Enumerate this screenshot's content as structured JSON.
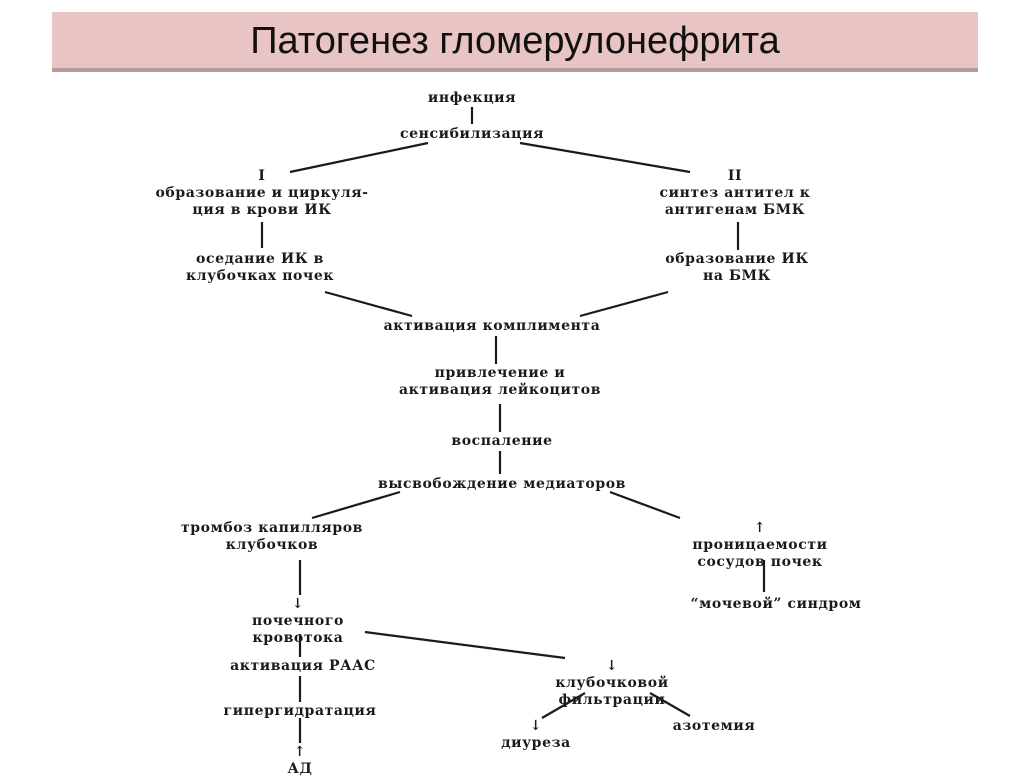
{
  "title": "Патогенез гломерулонефрита",
  "nodes": {
    "infection": "инфекция",
    "sensitization": "сенсибилизация",
    "branch_1": "I",
    "ic_formation_l1": "образование и циркуля-",
    "ic_formation_l2": "ция в крови ИК",
    "branch_2": "II",
    "antibody_synthesis_l1": "синтез антител к",
    "antibody_synthesis_l2": "антигенам БМК",
    "ic_deposition_l1": "оседание ИК в",
    "ic_deposition_l2": "клубочках почек",
    "ic_on_gbm_l1": "образование ИК",
    "ic_on_gbm_l2": "на БМК",
    "complement": "активация комплимента",
    "leukocytes_l1": "привлечение и",
    "leukocytes_l2": "активация лейкоцитов",
    "inflammation": "воспаление",
    "mediators": "высвобождение медиаторов",
    "thrombosis_l1": "тромбоз капилляров",
    "thrombosis_l2": "клубочков",
    "permeability_arrow": "↑",
    "permeability_l1": "проницаемости",
    "permeability_l2": "сосудов почек",
    "renal_flow_arrow": "↓",
    "renal_flow_l1": "почечного",
    "renal_flow_l2": "кровотока",
    "urinary_syndrome": "“мочевой” синдром",
    "raas": "активация РААС",
    "gfr_arrow": "↓",
    "gfr_l1": "клубочковой",
    "gfr_l2": "фильтрации",
    "hyperhydration": "гипергидратация",
    "diuresis_arrow": "↓",
    "diuresis": "диуреза",
    "azotemia": "азотемия",
    "bp_arrow": "↑",
    "bp": "АД"
  }
}
